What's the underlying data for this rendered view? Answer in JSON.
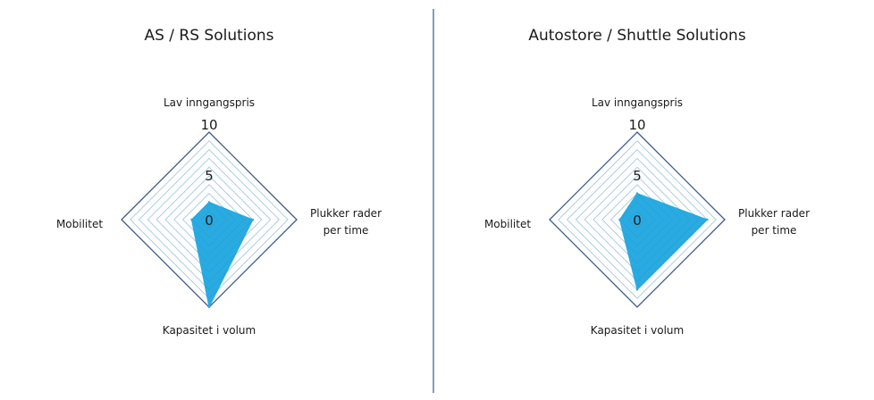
{
  "charts": [
    {
      "title": "AS / RS Solutions",
      "chart_data": {
        "type": "radar",
        "title": "AS / RS Solutions",
        "axes": [
          "Lav inngangspris",
          "Plukker rader per time",
          "Kapasitet i volum",
          "Mobilitet"
        ],
        "axis_label_lines": [
          [
            "Lav inngangspris"
          ],
          [
            "Plukker rader",
            "per time"
          ],
          [
            "Kapasitet i volum"
          ],
          [
            "Mobilitet"
          ]
        ],
        "values": [
          2,
          5,
          10,
          2
        ],
        "range": [
          0,
          10
        ],
        "rings": 10,
        "tick_labels": [
          "0",
          "5",
          "10"
        ],
        "grid": true,
        "fill_color": "#29abe2",
        "outline_color": "#3a5a8c"
      }
    },
    {
      "title": "Autostore / Shuttle Solutions",
      "chart_data": {
        "type": "radar",
        "title": "Autostore / Shuttle Solutions",
        "axes": [
          "Lav inngangspris",
          "Plukker rader per time",
          "Kapasitet i volum",
          "Mobilitet"
        ],
        "axis_label_lines": [
          [
            "Lav inngangspris"
          ],
          [
            "Plukker rader",
            "per time"
          ],
          [
            "Kapasitet i volum"
          ],
          [
            "Mobilitet"
          ]
        ],
        "values": [
          3,
          8,
          8,
          2
        ],
        "range": [
          0,
          10
        ],
        "rings": 10,
        "tick_labels": [
          "0",
          "5",
          "10"
        ],
        "grid": true,
        "fill_color": "#29abe2",
        "outline_color": "#3a5a8c"
      }
    }
  ],
  "divider_color": "#3a5a8c"
}
